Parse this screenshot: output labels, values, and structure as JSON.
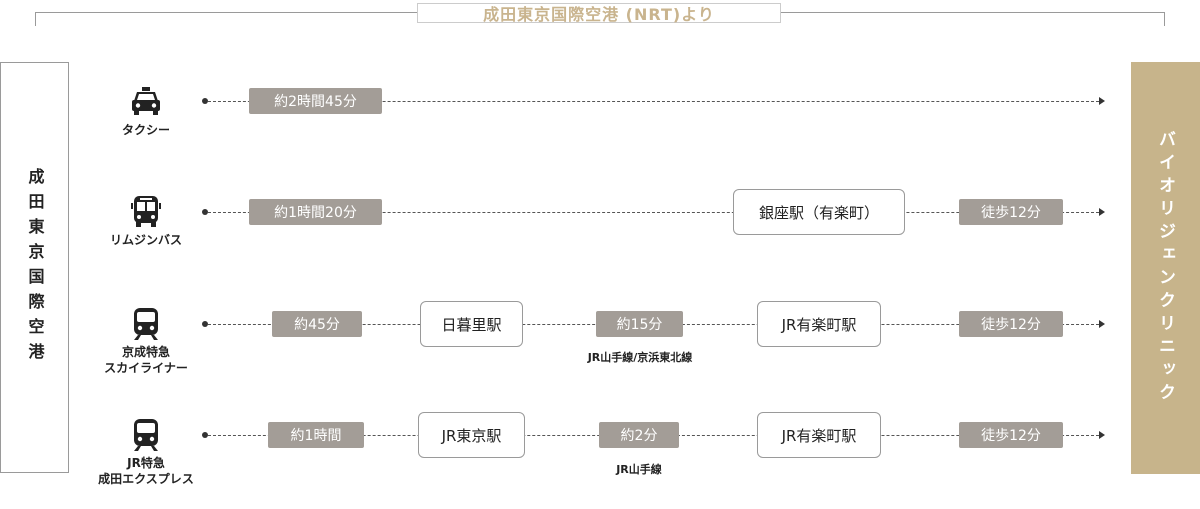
{
  "header": {
    "title": "成田東京国際空港 (NRT)より"
  },
  "origin": {
    "label": "成田東京国際空港"
  },
  "destination": {
    "label": "バイオリジェンクリニック"
  },
  "routes": [
    {
      "mode": "タクシー",
      "icon": "taxi-icon",
      "segments": [
        {
          "duration": "約2時間45分"
        }
      ]
    },
    {
      "mode": "リムジンバス",
      "icon": "bus-icon",
      "segments": [
        {
          "duration": "約1時間20分"
        },
        {
          "station": "銀座駅（有楽町）"
        },
        {
          "duration": "徒歩12分"
        }
      ]
    },
    {
      "mode_line1": "京成特急",
      "mode_line2": "スカイライナー",
      "icon": "train-icon",
      "segments": [
        {
          "duration": "約45分"
        },
        {
          "station": "日暮里駅"
        },
        {
          "duration": "約15分",
          "note": "JR山手線/京浜東北線"
        },
        {
          "station": "JR有楽町駅"
        },
        {
          "duration": "徒歩12分"
        }
      ]
    },
    {
      "mode_line1": "JR特急",
      "mode_line2": "成田エクスプレス",
      "icon": "train-icon",
      "segments": [
        {
          "duration": "約1時間"
        },
        {
          "station": "JR東京駅"
        },
        {
          "duration": "約2分",
          "note": "JR山手線"
        },
        {
          "station": "JR有楽町駅"
        },
        {
          "duration": "徒歩12分"
        }
      ]
    }
  ],
  "colors": {
    "accent": "#c7b48b",
    "pill": "#a39d97",
    "title": "#c9b48e"
  }
}
